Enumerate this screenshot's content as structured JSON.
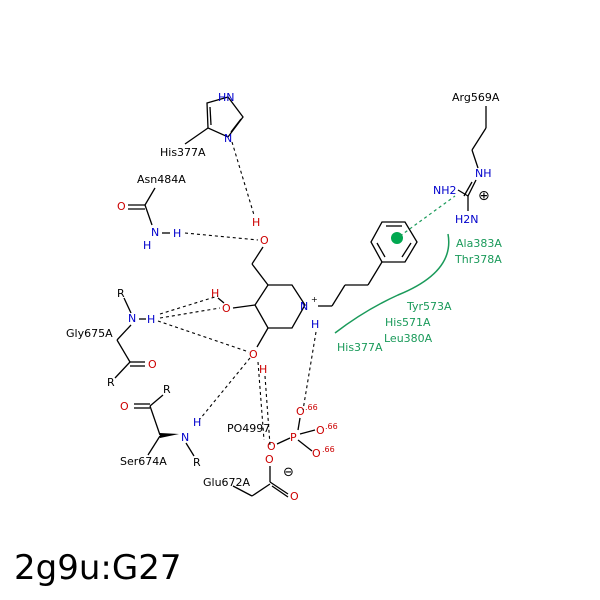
{
  "title": "2g9u:G27",
  "residues": {
    "his377_top": "His377A",
    "asn484": "Asn484A",
    "gly675": "Gly675A",
    "ser674": "Ser674A",
    "glu672": "Glu672A",
    "arg569": "Arg569A",
    "po4": "PO4997"
  },
  "hydrophobic": [
    "Ala383A",
    "Thr378A",
    "Tyr573A",
    "His571A",
    "Leu380A",
    "His377A"
  ],
  "atoms": {
    "HN": "HN",
    "N": "N",
    "H": "H",
    "O": "O",
    "R": "R",
    "P": "P",
    "NH": "NH",
    "NH2": "NH2",
    "H2N": "H2N",
    "N_plus": "N+",
    "plus": "⊕",
    "minus": "⊖"
  },
  "charges": {
    "c1": ".66",
    "c2": ".66",
    "c3": ".66"
  },
  "colors": {
    "nitrogen": "#0000cc",
    "oxygen": "#cc0000",
    "hydrophobic": "#1a9a5a"
  }
}
